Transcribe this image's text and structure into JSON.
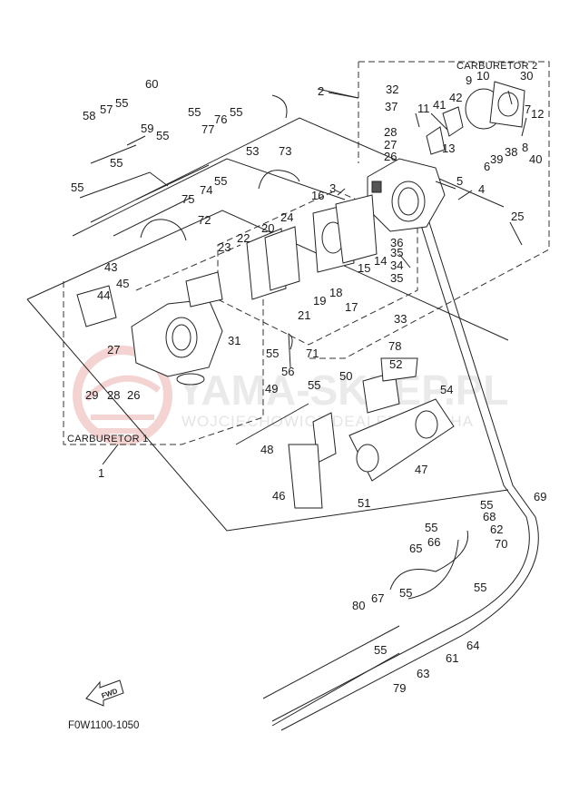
{
  "diagram": {
    "title_code": "F0W1100-1050",
    "fwd_label": "FWD",
    "groups": [
      {
        "id": "carburetor-1",
        "label": "CARBURETOR 1",
        "ref": "1"
      },
      {
        "id": "carburetor-2",
        "label": "CARBURETOR 2",
        "ref": "2"
      }
    ],
    "watermark": {
      "main": "YAMA-SKLEP.PL",
      "sub": "WOJCIECHOWICZ DEALER YAMAHA",
      "logo_color": "#e8a0a0"
    },
    "callouts": [
      {
        "n": "1"
      },
      {
        "n": "2"
      },
      {
        "n": "3"
      },
      {
        "n": "4"
      },
      {
        "n": "5"
      },
      {
        "n": "6"
      },
      {
        "n": "7"
      },
      {
        "n": "8"
      },
      {
        "n": "9"
      },
      {
        "n": "10"
      },
      {
        "n": "11"
      },
      {
        "n": "12"
      },
      {
        "n": "13"
      },
      {
        "n": "14"
      },
      {
        "n": "15"
      },
      {
        "n": "16"
      },
      {
        "n": "17"
      },
      {
        "n": "18"
      },
      {
        "n": "19"
      },
      {
        "n": "20"
      },
      {
        "n": "21"
      },
      {
        "n": "22"
      },
      {
        "n": "23"
      },
      {
        "n": "24"
      },
      {
        "n": "25"
      },
      {
        "n": "26"
      },
      {
        "n": "27"
      },
      {
        "n": "28"
      },
      {
        "n": "29"
      },
      {
        "n": "30"
      },
      {
        "n": "31"
      },
      {
        "n": "32"
      },
      {
        "n": "33"
      },
      {
        "n": "34"
      },
      {
        "n": "35"
      },
      {
        "n": "36"
      },
      {
        "n": "37"
      },
      {
        "n": "38"
      },
      {
        "n": "39"
      },
      {
        "n": "40"
      },
      {
        "n": "41"
      },
      {
        "n": "42"
      },
      {
        "n": "43"
      },
      {
        "n": "44"
      },
      {
        "n": "45"
      },
      {
        "n": "46"
      },
      {
        "n": "47"
      },
      {
        "n": "48"
      },
      {
        "n": "49"
      },
      {
        "n": "50"
      },
      {
        "n": "51"
      },
      {
        "n": "52"
      },
      {
        "n": "53"
      },
      {
        "n": "54"
      },
      {
        "n": "55"
      },
      {
        "n": "56"
      },
      {
        "n": "57"
      },
      {
        "n": "58"
      },
      {
        "n": "59"
      },
      {
        "n": "60"
      },
      {
        "n": "61"
      },
      {
        "n": "62"
      },
      {
        "n": "63"
      },
      {
        "n": "64"
      },
      {
        "n": "65"
      },
      {
        "n": "66"
      },
      {
        "n": "67"
      },
      {
        "n": "68"
      },
      {
        "n": "69"
      },
      {
        "n": "70"
      },
      {
        "n": "71"
      },
      {
        "n": "72"
      },
      {
        "n": "73"
      },
      {
        "n": "74"
      },
      {
        "n": "75"
      },
      {
        "n": "76"
      },
      {
        "n": "77"
      },
      {
        "n": "78"
      },
      {
        "n": "79"
      },
      {
        "n": "80"
      }
    ],
    "labels": {
      "c1": "1",
      "c2": "2",
      "c3": "3",
      "c4": "4",
      "c5": "5",
      "c6": "6",
      "c7": "7",
      "c8": "8",
      "c9": "9",
      "c10": "10",
      "c11": "11",
      "c12": "12",
      "c13": "13",
      "c14": "14",
      "c15": "15",
      "c16": "16",
      "c17": "17",
      "c18": "18",
      "c19": "19",
      "c20": "20",
      "c21": "21",
      "c22": "22",
      "c23": "23",
      "c24": "24",
      "c25": "25",
      "c26": "26",
      "c27": "27",
      "c28": "28",
      "c29": "29",
      "c30": "30",
      "c31": "31",
      "c32": "32",
      "c33": "33",
      "c34": "34",
      "c35": "35",
      "c36": "36",
      "c37": "37",
      "c38": "38",
      "c39": "39",
      "c40": "40",
      "c41": "41",
      "c42": "42",
      "c43": "43",
      "c44": "44",
      "c45": "45",
      "c46": "46",
      "c47": "47",
      "c48": "48",
      "c49": "49",
      "c50": "50",
      "c51": "51",
      "c52": "52",
      "c53": "53",
      "c54": "54",
      "c55": "55",
      "c56": "56",
      "c57": "57",
      "c58": "58",
      "c59": "59",
      "c60": "60",
      "c61": "61",
      "c62": "62",
      "c63": "63",
      "c64": "64",
      "c65": "65",
      "c66": "66",
      "c67": "67",
      "c68": "68",
      "c69": "69",
      "c70": "70",
      "c71": "71",
      "c72": "72",
      "c73": "73",
      "c74": "74",
      "c75": "75",
      "c76": "76",
      "c77": "77",
      "c78": "78",
      "c79": "79",
      "c80": "80"
    }
  }
}
